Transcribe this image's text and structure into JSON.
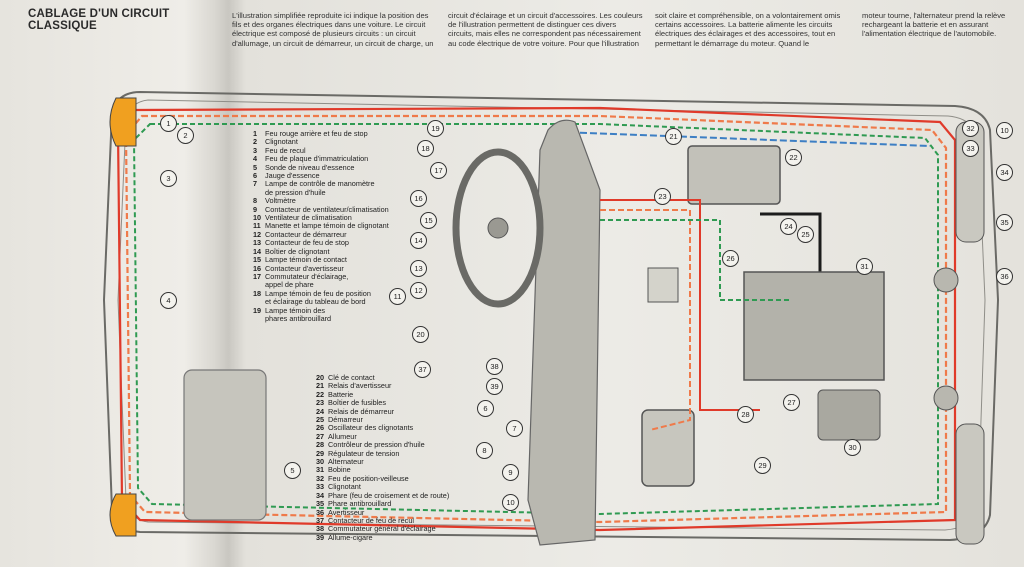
{
  "title": [
    "CABLAGE D'UN CIRCUIT",
    "CLASSIQUE"
  ],
  "columns": [
    "L'illustration simplifiée reproduite ici indique la position des fils et des organes électriques dans une voiture. Le circuit électrique est composé de plusieurs circuits : un circuit d'allumage, un circuit de démarreur, un circuit de charge, un",
    "circuit d'éclairage et un circuit d'accessoires. Les couleurs de l'illustration permettent de distinguer ces divers circuits, mais elles ne correspondent pas nécessairement au code électrique de votre voiture. Pour que l'illustration",
    "soit claire et compréhensible, on a volontairement omis certains accessoires. La batterie alimente les circuits électriques des éclairages et des accessoires, tout en permettant le démarrage du moteur. Quand le",
    "moteur tourne, l'alternateur prend la relève rechargeant la batterie et en assurant l'alimentation électrique de l'automobile."
  ],
  "legend1": [
    {
      "n": "1",
      "label": "Feu rouge arrière et feu de stop"
    },
    {
      "n": "2",
      "label": "Clignotant"
    },
    {
      "n": "3",
      "label": "Feu de recul"
    },
    {
      "n": "4",
      "label": "Feu de plaque d'immatriculation"
    },
    {
      "n": "5",
      "label": "Sonde de niveau d'essence"
    },
    {
      "n": "6",
      "label": "Jauge d'essence"
    },
    {
      "n": "7",
      "label": "Lampe de contrôle de manomètre"
    },
    {
      "n": "",
      "label": "de pression d'huile"
    },
    {
      "n": "8",
      "label": "Voltmètre"
    },
    {
      "n": "9",
      "label": "Contacteur de ventilateur/climatisation"
    },
    {
      "n": "10",
      "label": "Ventilateur de climatisation"
    },
    {
      "n": "11",
      "label": "Manette et lampe témoin de clignotant"
    },
    {
      "n": "12",
      "label": "Contacteur de démarreur"
    },
    {
      "n": "13",
      "label": "Contacteur de feu de stop"
    },
    {
      "n": "14",
      "label": "Boîtier de clignotant"
    },
    {
      "n": "15",
      "label": "Lampe témoin de contact"
    },
    {
      "n": "16",
      "label": "Contacteur d'avertisseur"
    },
    {
      "n": "17",
      "label": "Commutateur d'éclairage,"
    },
    {
      "n": "",
      "label": "appel de phare"
    },
    {
      "n": "18",
      "label": "Lampe témoin de feu de position"
    },
    {
      "n": "",
      "label": "et éclairage du tableau de bord"
    },
    {
      "n": "19",
      "label": "Lampe témoin des"
    },
    {
      "n": "",
      "label": "phares antibrouillard"
    }
  ],
  "legend2": [
    {
      "n": "20",
      "label": "Clé de contact"
    },
    {
      "n": "21",
      "label": "Relais d'avertisseur"
    },
    {
      "n": "22",
      "label": "Batterie"
    },
    {
      "n": "23",
      "label": "Boîtier de fusibles"
    },
    {
      "n": "24",
      "label": "Relais de démarreur"
    },
    {
      "n": "25",
      "label": "Démarreur"
    },
    {
      "n": "26",
      "label": "Oscillateur des clignotants"
    },
    {
      "n": "27",
      "label": "Allumeur"
    },
    {
      "n": "28",
      "label": "Contrôleur de pression d'huile"
    },
    {
      "n": "29",
      "label": "Régulateur de tension"
    },
    {
      "n": "30",
      "label": "Alternateur"
    },
    {
      "n": "31",
      "label": "Bobine"
    },
    {
      "n": "32",
      "label": "Feu de position-veilleuse"
    },
    {
      "n": "33",
      "label": "Clignotant"
    },
    {
      "n": "34",
      "label": "Phare (feu de croisement et de route)"
    },
    {
      "n": "35",
      "label": "Phare antibrouillard"
    },
    {
      "n": "36",
      "label": "Avertisseur"
    },
    {
      "n": "37",
      "label": "Contacteur de feu de recul"
    },
    {
      "n": "38",
      "label": "Commutateur général d'éclairage"
    },
    {
      "n": "39",
      "label": "Allume-cigare"
    }
  ],
  "callouts": [
    "1",
    "2",
    "3",
    "4",
    "5",
    "6",
    "7",
    "8",
    "9",
    "10",
    "11",
    "12",
    "13",
    "14",
    "15",
    "16",
    "17",
    "18",
    "19",
    "20",
    "21",
    "22",
    "23",
    "24",
    "25",
    "26",
    "27",
    "28",
    "29",
    "30",
    "31",
    "32",
    "33",
    "34",
    "35",
    "36",
    "37",
    "38",
    "39",
    "10"
  ],
  "colors": {
    "wire_red": "#e03a2a",
    "wire_orange": "#ef7a4a",
    "wire_green": "#2f9a52",
    "wire_blue": "#3d7fc4",
    "wire_black": "#1c1c1c",
    "wire_white": "#f7f6f2",
    "taillight_amber": "#f0a020",
    "body_outline": "#555555",
    "component_grey": "#b9b8b0"
  }
}
